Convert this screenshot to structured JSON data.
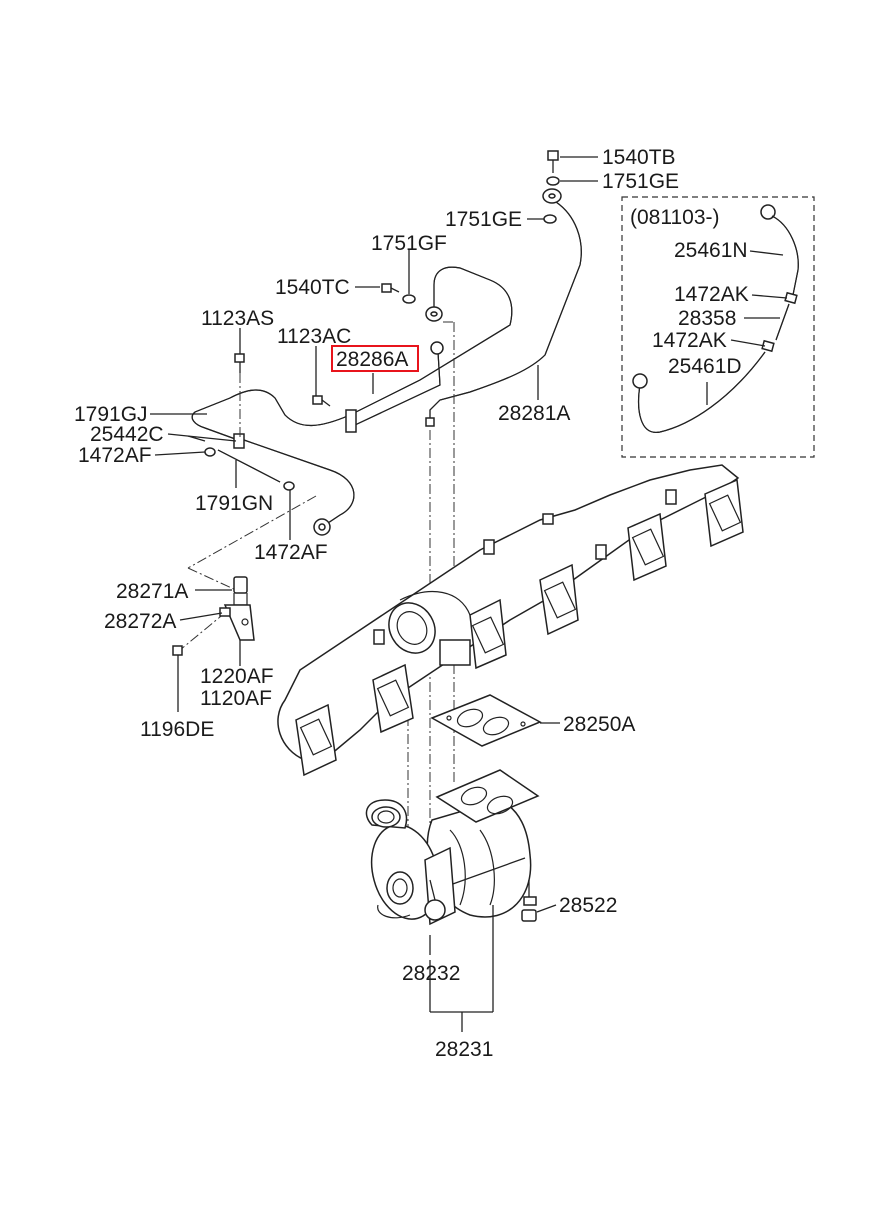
{
  "highlight_color": "#e8141c",
  "variant_label": "(081103-)",
  "labels": {
    "p1540TB": "1540TB",
    "p1751GE_a": "1751GE",
    "p1751GE_b": "1751GE",
    "p1751GF": "1751GF",
    "p1540TC": "1540TC",
    "p1123AS": "1123AS",
    "p1123AC": "1123AC",
    "p28286A": "28286A",
    "p1791GJ": "1791GJ",
    "p25442C": "25442C",
    "p1472AF_a": "1472AF",
    "p1791GN": "1791GN",
    "p1472AF_b": "1472AF",
    "p28281A": "28281A",
    "p25461N": "25461N",
    "p1472AK_a": "1472AK",
    "p28358": "28358",
    "p1472AK_b": "1472AK",
    "p25461D": "25461D",
    "p28271A": "28271A",
    "p28272A": "28272A",
    "p1220AF": "1220AF",
    "p1120AF": "1120AF",
    "p1196DE": "1196DE",
    "p28250A": "28250A",
    "p28522": "28522",
    "p28232": "28232",
    "p28231": "28231"
  }
}
